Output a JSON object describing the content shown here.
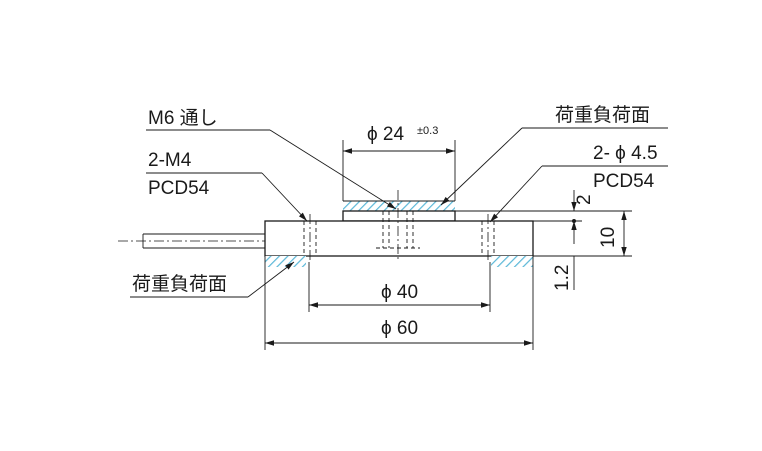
{
  "labels": {
    "through_hole": "M6 通し",
    "mount_thread_count": "2-M4",
    "mount_pcd": "PCD54",
    "load_face_top": "荷重負荷面",
    "load_face_bottom": "荷重負荷面",
    "holes_count": "2- ϕ 4.5",
    "holes_pcd": "PCD54"
  },
  "dimensions": {
    "boss_diameter": "ϕ 24",
    "boss_tolerance": "±0.3",
    "inner_diameter": "ϕ 40",
    "outer_diameter": "ϕ 60",
    "boss_height": "2",
    "body_height": "10",
    "bottom_offset": "1.2"
  },
  "colors": {
    "line": "#1a1a1a",
    "hatch": "#5bb8d8",
    "background": "#ffffff"
  }
}
